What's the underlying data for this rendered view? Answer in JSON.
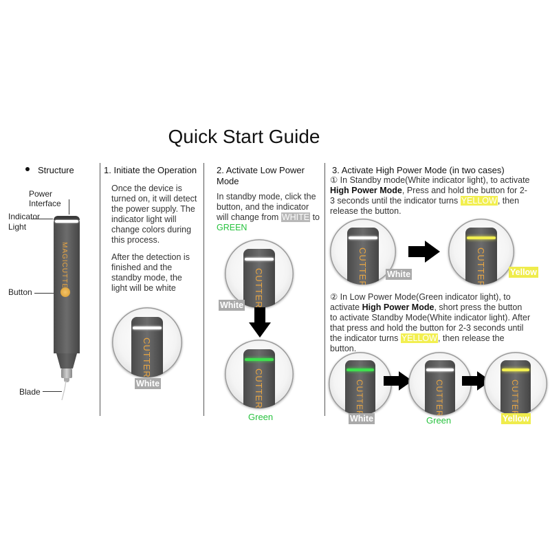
{
  "title": "Quick Start Guide",
  "structure": {
    "heading": "Structure",
    "power_interface": "Power Interface",
    "indicator_light": "Indicator\nLight",
    "button": "Button",
    "blade": "Blade",
    "brand": "MAGICUTTER"
  },
  "section1": {
    "heading": "1. Initiate the Operation",
    "para1": "Once the device is turned on, it will detect the power supply. The indicator light will change colors during this process.",
    "para2": "After the detection is finished and the standby mode, the light will be white",
    "label_white": "White",
    "brand_crop": "CUTTER"
  },
  "section2": {
    "heading": "2. Activate Low Power Mode",
    "text_pre": "In standby mode, click the button, and the indicator will change from",
    "word_white": "WHITE",
    "word_to": "to",
    "word_green": "GREEN",
    "label_white": "White",
    "label_green": "Green",
    "brand_crop": "CUTTER"
  },
  "section3": {
    "heading": "3. Activate High Power Mode (in two cases)",
    "case1_pre": "① In Standby mode(White indicator light), to activate",
    "case1_bold": "High Power Mode",
    "case1_mid": ", Press and hold the button for 2-3 seconds until the indicator turns",
    "case1_yellow": "YELLOW",
    "case1_post": ", then release the button.",
    "case1_label_white": "White",
    "case1_label_yellow": "Yellow",
    "case2_pre": "② In Low Power Mode(Green indicator light), to activate",
    "case2_bold": "High Power Mode",
    "case2_mid": ", short press the button to activate Standby Mode(White indicator light). After that press and hold the button for 2-3 seconds until the indicator turns",
    "case2_yellow": "YELLOW",
    "case2_post": ", then release the button.",
    "case2_label_white": "White",
    "case2_label_green": "Green",
    "case2_label_yellow": "Yellow",
    "brand_crop": "CUTTER"
  },
  "colors": {
    "white_light": "#ffffff",
    "green_light": "#3fe04f",
    "yellow_light": "#f2ef50",
    "brand_orange": "#e8a542",
    "body_gray": "#5a5a5a"
  }
}
